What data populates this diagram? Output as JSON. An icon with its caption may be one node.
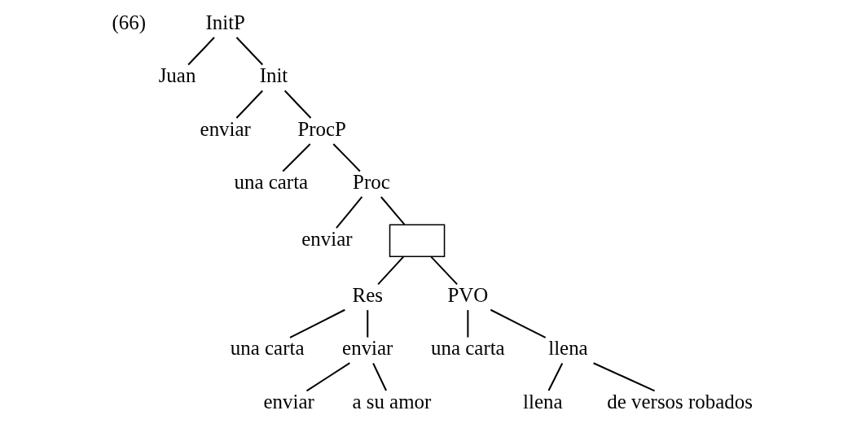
{
  "diagram": {
    "nodes": [
      {
        "text": [
          "InitP"
        ]
      },
      {
        "text": [
          "Juan"
        ]
      },
      {
        "text": [
          "Init"
        ]
      },
      {
        "text": [
          "enviar"
        ]
      },
      {
        "text": [
          "ProcP"
        ]
      },
      {
        "text": [
          "una carta"
        ]
      },
      {
        "text": [
          "Proc"
        ]
      },
      {
        "text": [
          "enviar"
        ]
      },
      {
        "text": [],
        "shape": "box"
      },
      {
        "text": [
          "Res"
        ]
      },
      {
        "text": [
          "PVO"
        ]
      },
      {
        "text": [
          "una carta"
        ]
      },
      {
        "text": [
          "enviar"
        ]
      },
      {
        "text": [
          "una carta"
        ]
      },
      {
        "text": [
          "llena"
        ]
      },
      {
        "text": [
          "enviar"
        ]
      },
      {
        "text": [
          "a su amor"
        ]
      },
      {
        "text": [
          "llena"
        ]
      },
      {
        "text": [
          "de versos robados"
        ]
      }
    ],
    "edges": [
      {
        "from": 0,
        "to": 1,
        "arrow": "none"
      },
      {
        "from": 0,
        "to": 2,
        "arrow": "none"
      },
      {
        "from": 2,
        "to": 3,
        "arrow": "none"
      },
      {
        "from": 2,
        "to": 4,
        "arrow": "none"
      },
      {
        "from": 4,
        "to": 5,
        "arrow": "none"
      },
      {
        "from": 4,
        "to": 6,
        "arrow": "none"
      },
      {
        "from": 6,
        "to": 7,
        "arrow": "none"
      },
      {
        "from": 6,
        "to": 8,
        "arrow": "none"
      },
      {
        "from": 8,
        "to": 9,
        "arrow": "none"
      },
      {
        "from": 8,
        "to": 10,
        "arrow": "none"
      },
      {
        "from": 9,
        "to": 11,
        "arrow": "none"
      },
      {
        "from": 9,
        "to": 12,
        "arrow": "none"
      },
      {
        "from": 10,
        "to": 13,
        "arrow": "none"
      },
      {
        "from": 10,
        "to": 14,
        "arrow": "none"
      },
      {
        "from": 12,
        "to": 15,
        "arrow": "none"
      },
      {
        "from": 12,
        "to": 16,
        "arrow": "none"
      },
      {
        "from": 14,
        "to": 17,
        "arrow": "none"
      },
      {
        "from": 14,
        "to": 18,
        "arrow": "none"
      }
    ],
    "labels": [
      "(66)"
    ]
  }
}
